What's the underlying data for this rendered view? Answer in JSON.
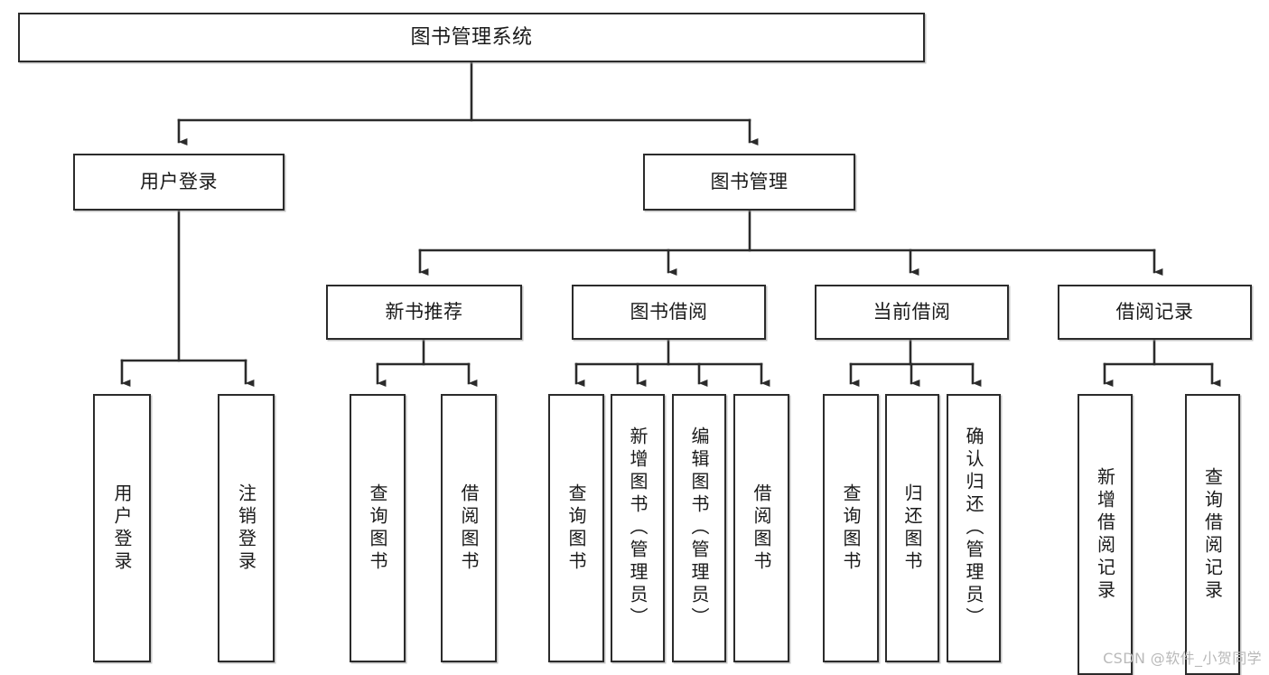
{
  "diagram": {
    "title": "图书管理系统",
    "type": "tree-hierarchy-chart",
    "watermark": "CSDN @软件_小贺同学",
    "colors": {
      "box_border": "#2b2b2b",
      "box_fill": "#ffffff",
      "connector": "#2b2b2b",
      "text": "#1a1a1a",
      "watermark": "#b9b9b9"
    },
    "levels": {
      "level1": [
        {
          "id": "root",
          "label": "图书管理系统"
        }
      ],
      "level2": [
        {
          "id": "user-login",
          "label": "用户登录"
        },
        {
          "id": "book-manage",
          "label": "图书管理"
        }
      ],
      "level3": [
        {
          "id": "new-book-recommend",
          "label": "新书推荐"
        },
        {
          "id": "book-borrow",
          "label": "图书借阅"
        },
        {
          "id": "current-borrow",
          "label": "当前借阅"
        },
        {
          "id": "borrow-record",
          "label": "借阅记录"
        }
      ],
      "level4": [
        {
          "id": "leaf-user-login",
          "label": "用户登录",
          "parent": "user-login"
        },
        {
          "id": "leaf-logout",
          "label": "注销登录",
          "parent": "user-login"
        },
        {
          "id": "leaf-query-book-1",
          "label": "查询图书",
          "parent": "new-book-recommend"
        },
        {
          "id": "leaf-borrow-book-1",
          "label": "借阅图书",
          "parent": "new-book-recommend"
        },
        {
          "id": "leaf-query-book-2",
          "label": "查询图书",
          "parent": "book-borrow"
        },
        {
          "id": "leaf-add-book",
          "label": "新增图书（管理员）",
          "parent": "book-borrow"
        },
        {
          "id": "leaf-edit-book",
          "label": "编辑图书（管理员）",
          "parent": "book-borrow"
        },
        {
          "id": "leaf-borrow-book-2",
          "label": "借阅图书",
          "parent": "book-borrow"
        },
        {
          "id": "leaf-query-book-3",
          "label": "查询图书",
          "parent": "current-borrow"
        },
        {
          "id": "leaf-return-book",
          "label": "归还图书",
          "parent": "current-borrow"
        },
        {
          "id": "leaf-confirm-return",
          "label": "确认归还（管理员）",
          "parent": "current-borrow"
        },
        {
          "id": "leaf-add-record",
          "label": "新增借阅记录",
          "parent": "borrow-record"
        },
        {
          "id": "leaf-query-record",
          "label": "查询借阅记录",
          "parent": "borrow-record"
        }
      ]
    }
  }
}
